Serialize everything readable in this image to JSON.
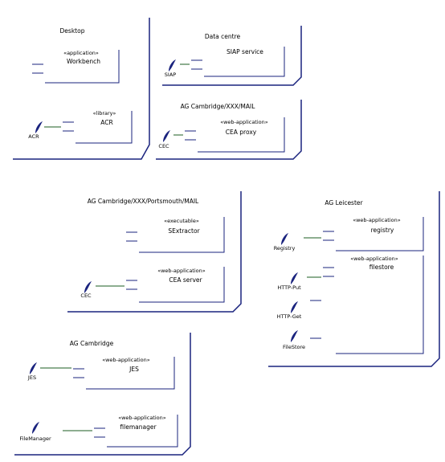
{
  "diagram": {
    "nodes": [
      {
        "id": "desktop",
        "label": "Desktop"
      },
      {
        "id": "datacentre",
        "label": "Data centre"
      },
      {
        "id": "ag-cam-mail",
        "label": "AG Cambridge/XXX/MAIL"
      },
      {
        "id": "ag-cam-port",
        "label": "AG Cambridge/XXX/Portsmouth/MAIL"
      },
      {
        "id": "ag-leicester",
        "label": "AG Leicester"
      },
      {
        "id": "ag-cam",
        "label": "AG Cambridge"
      }
    ],
    "components": [
      {
        "id": "workbench",
        "stereotype": "«application»",
        "name": "Workbench"
      },
      {
        "id": "acr-lib",
        "stereotype": "«library»",
        "name": "ACR"
      },
      {
        "id": "siap",
        "stereotype": "",
        "name": "SIAP service"
      },
      {
        "id": "cea-proxy",
        "stereotype": "«web-application»",
        "name": "CEA proxy"
      },
      {
        "id": "sextractor",
        "stereotype": "«executable»",
        "name": "SExtractor"
      },
      {
        "id": "cea-server",
        "stereotype": "«web-application»",
        "name": "CEA server"
      },
      {
        "id": "registry",
        "stereotype": "«web-application»",
        "name": "registry"
      },
      {
        "id": "filestore",
        "stereotype": "«web-application»",
        "name": "filestore"
      },
      {
        "id": "jes",
        "stereotype": "«web-application»",
        "name": "JES"
      },
      {
        "id": "filemanager",
        "stereotype": "«web-application»",
        "name": "filemanager"
      }
    ],
    "interfaces": [
      {
        "id": "acr",
        "name": "ACR"
      },
      {
        "id": "siap",
        "name": "SIAP"
      },
      {
        "id": "cea1",
        "name": "CEC"
      },
      {
        "id": "cea2",
        "name": "CEC"
      },
      {
        "id": "registry",
        "name": "Registry"
      },
      {
        "id": "httpput",
        "name": "HTTP-Put"
      },
      {
        "id": "httpget",
        "name": "HTTP-Get"
      },
      {
        "id": "filestore",
        "name": "FileStore"
      },
      {
        "id": "jes",
        "name": "JES"
      },
      {
        "id": "filemanager",
        "name": "FileManager"
      }
    ]
  }
}
